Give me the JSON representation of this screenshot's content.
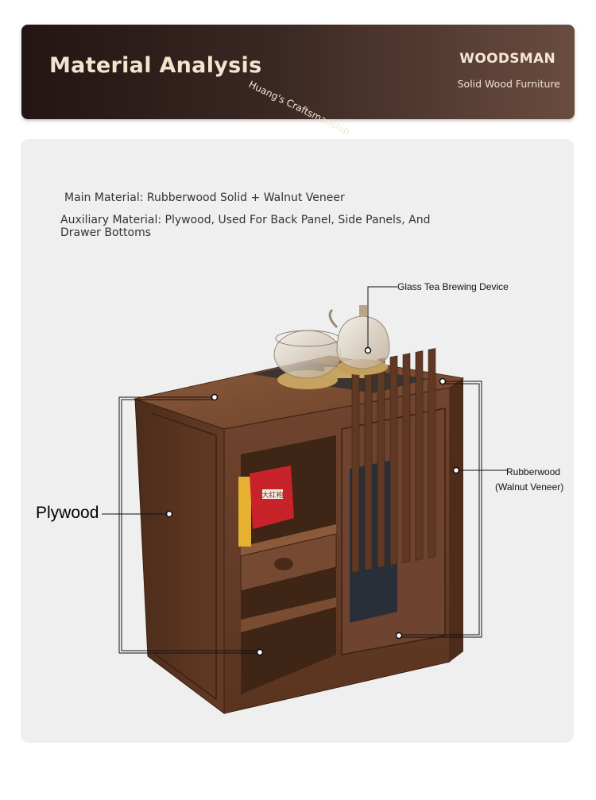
{
  "banner": {
    "title": "Material Analysis",
    "subtitle": "Huang's Craftsmanship",
    "brand": "WOODSMAN",
    "brand_tagline": "Solid Wood Furniture"
  },
  "materials": {
    "main": "Main Material: Rubberwood Solid + Walnut Veneer",
    "auxiliary_line1": "Auxiliary Material: Plywood, Used For Back Panel, Side Panels, And",
    "auxiliary_line2": "Drawer Bottoms"
  },
  "callouts": {
    "glass": "Glass Tea Brewing Device",
    "rubberwood_line1": "Rubberwood",
    "rubberwood_line2": "(Walnut Veneer)",
    "plywood": "Plywood"
  },
  "box_text": "大红袍",
  "colors": {
    "banner_dark": "#221513",
    "wood": "#6b4128",
    "panel_bg": "#efefef"
  }
}
